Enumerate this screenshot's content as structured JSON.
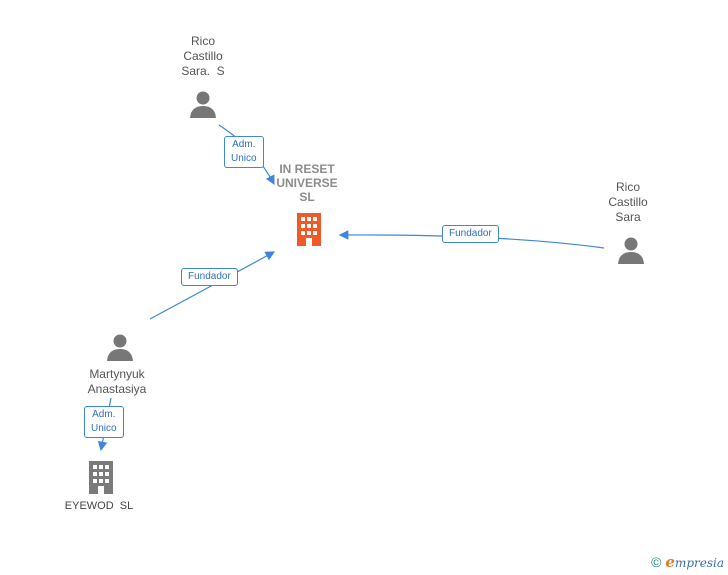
{
  "colors": {
    "edge": "#3f86d8",
    "person": "#777777",
    "main_company": "#f05a28",
    "company": "#7a7a7a"
  },
  "nodes": {
    "rico_sara_s": {
      "label": "Rico\nCastillo\nSara.  S",
      "icon": "person-icon"
    },
    "rico_sara": {
      "label": "Rico\nCastillo\nSara",
      "icon": "person-icon"
    },
    "martynyuk": {
      "label": "Martynyuk\nAnastasiya",
      "icon": "person-icon"
    },
    "in_reset": {
      "label": "IN RESET\nUNIVERSE\nSL",
      "icon": "building-icon"
    },
    "eyewod": {
      "label": "EYEWOD  SL",
      "icon": "building-icon"
    }
  },
  "edges": {
    "rico_s_to_inreset": {
      "label": "Adm.\nUnico"
    },
    "rico_to_inreset": {
      "label": "Fundador"
    },
    "martynyuk_to_inreset": {
      "label": "Fundador"
    },
    "martynyuk_to_eyewod": {
      "label": "Adm.\nUnico"
    }
  },
  "brand": {
    "copyright": "©",
    "name_initial": "e",
    "name_rest": "mpresia"
  }
}
